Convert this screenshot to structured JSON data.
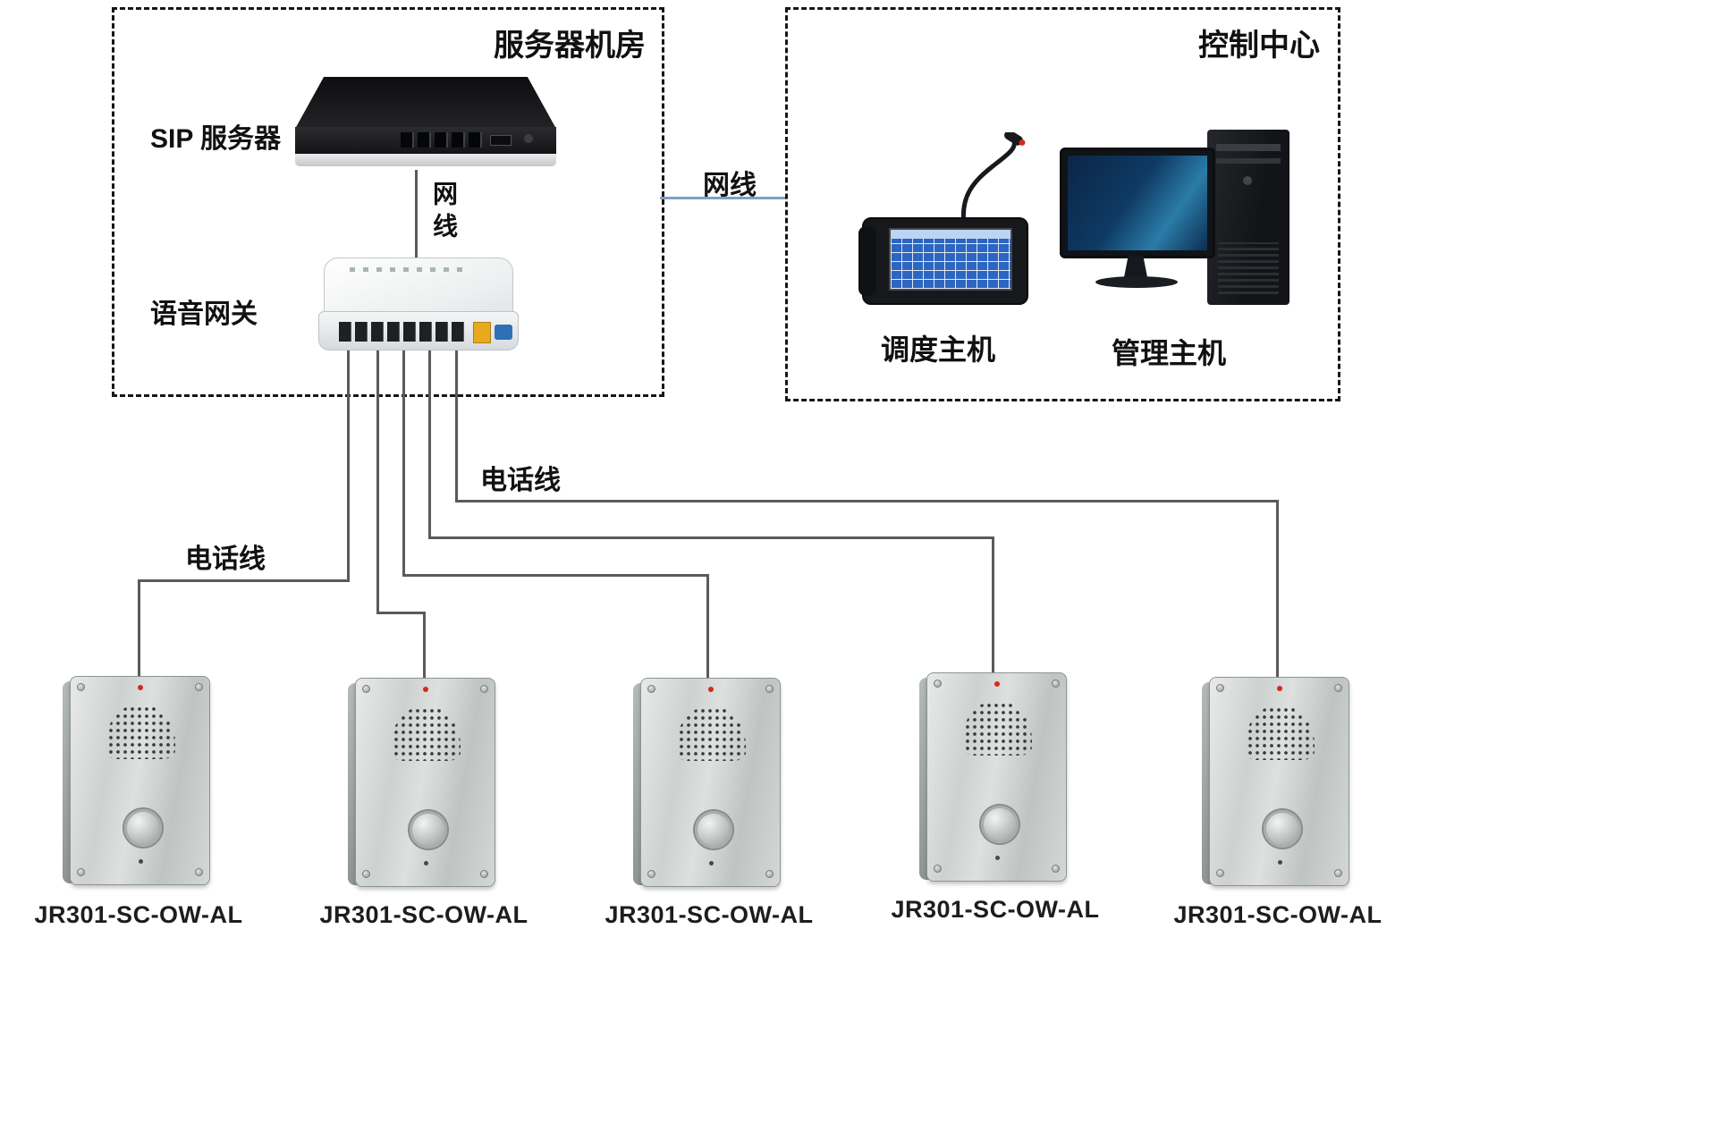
{
  "server_room": {
    "title": "服务器机房",
    "sip_server_label": "SIP 服务器",
    "cable_vertical_label": "网线",
    "gateway_label": "语音网关"
  },
  "control_center": {
    "title": "控制中心",
    "dispatch_host_label": "调度主机",
    "management_host_label": "管理主机"
  },
  "links": {
    "lan_label": "网线",
    "phone_line_label_right": "电话线",
    "phone_line_label_left": "电话线"
  },
  "intercoms": [
    {
      "model": "JR301-SC-OW-AL"
    },
    {
      "model": "JR301-SC-OW-AL"
    },
    {
      "model": "JR301-SC-OW-AL"
    },
    {
      "model": "JR301-SC-OW-AL"
    },
    {
      "model": "JR301-SC-OW-AL"
    }
  ],
  "colors": {
    "dashed_border": "#161616",
    "line_gray": "#5a5a5a",
    "line_blue": "#7f9fc4",
    "led_red": "#d22a1e",
    "port_yellow": "#e9a91f",
    "screen_blue": "#2d66c0"
  }
}
